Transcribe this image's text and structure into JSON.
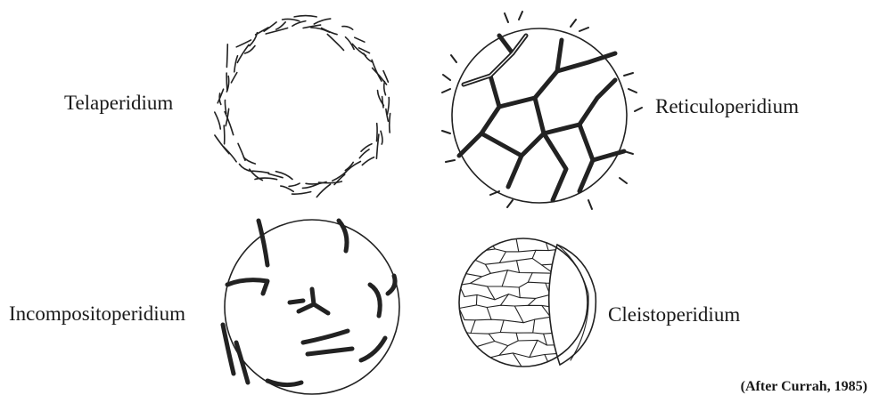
{
  "figure": {
    "panels": [
      {
        "label": "Telaperidium"
      },
      {
        "label": "Reticuloperidium"
      },
      {
        "label": "Incompositoperidium"
      },
      {
        "label": "Cleistoperidium"
      }
    ],
    "credit": "(After Currah, 1985)"
  }
}
